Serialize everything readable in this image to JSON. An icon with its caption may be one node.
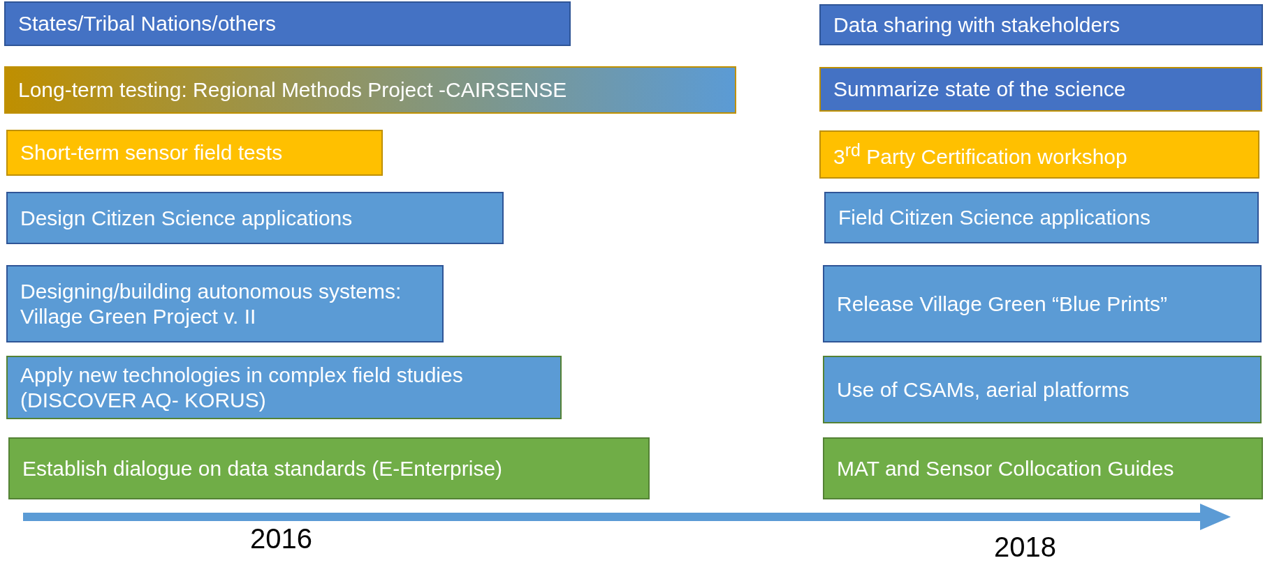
{
  "diagram": {
    "nodes": [
      {
        "text": [
          "States/Tribal Nations/others"
        ]
      },
      {
        "text": [
          "Data sharing with stakeholders"
        ]
      },
      {
        "text": [
          "Long-term testing: Regional Methods Project -CAIRSENSE"
        ]
      },
      {
        "text": [
          "Summarize state of the science"
        ]
      },
      {
        "text": [
          "Short-term sensor field tests"
        ]
      },
      {
        "text": [
          "3$^{rd}$ Party Certification workshop"
        ]
      },
      {
        "text": [
          "Design Citizen Science applications"
        ]
      },
      {
        "text": [
          "Field Citizen Science applications"
        ]
      },
      {
        "text": [
          "Designing/building autonomous systems: Village Green Project v. II"
        ]
      },
      {
        "text": [
          "Release Village Green “Blue Prints”"
        ]
      },
      {
        "text": [
          "Apply new technologies in complex field studies (DISCOVER AQ- KORUS)"
        ]
      },
      {
        "text": [
          "Use of CSAMs, aerial platforms"
        ]
      },
      {
        "text": [
          "Establish dialogue on data standards (E-Enterprise)"
        ]
      },
      {
        "text": [
          "MAT and Sensor Collocation Guides"
        ]
      }
    ],
    "labels": [
      "2016",
      "2018"
    ]
  }
}
